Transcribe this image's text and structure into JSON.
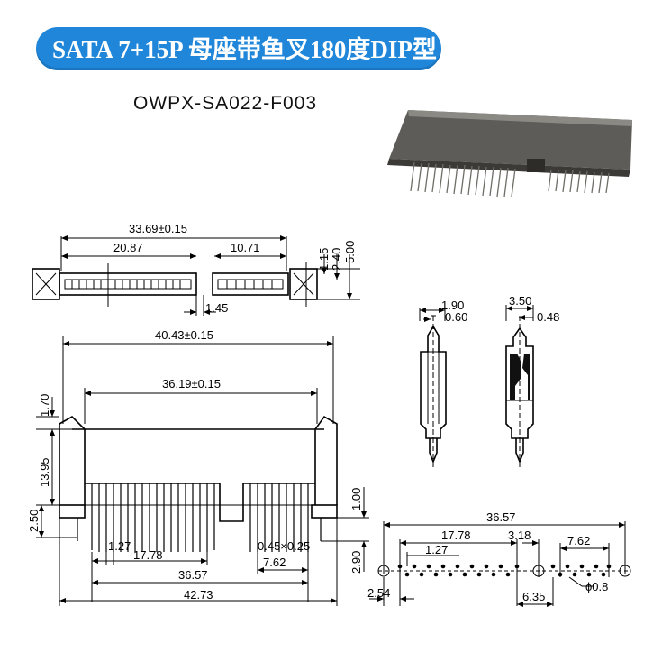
{
  "title": "SATA 7+15P 母座带鱼叉180度DIP型",
  "model": "OWPX-SA022-F003",
  "colors": {
    "title_bg": "#1f86d9",
    "title_text": "#ffffff",
    "line": "#000000"
  },
  "photo": {
    "description_icon": "connector-photo"
  },
  "top_view": {
    "overall": "33.69±0.15",
    "left_span": "20.87",
    "right_span": "10.71",
    "h1": "1.15",
    "h2": "2.40",
    "h3": "5.00",
    "gap": "1.45"
  },
  "front_view": {
    "width_outer": "40.43±0.15",
    "width_inner": "36.19±0.15",
    "h_top": "1.70",
    "h_body": "13.95",
    "h_base": "2.50",
    "h_post": "1.00",
    "h_tail": "2.90",
    "pitch": "1.27",
    "span_7": "17.78",
    "pin_dim": "0.45×0.25",
    "span_right": "7.62",
    "span_total": "36.57",
    "overall": "42.73"
  },
  "pin_detail": {
    "a_w1": "1.90",
    "a_w2": "0.60",
    "b_w1": "3.50",
    "b_w2": "0.48"
  },
  "footprint": {
    "overall": "36.57",
    "span_7": "17.78",
    "offset": "3.18",
    "pitch": "1.27",
    "span_right": "7.62",
    "edge": "2.54",
    "gap": "6.35",
    "hole": "ϕ0.8"
  }
}
